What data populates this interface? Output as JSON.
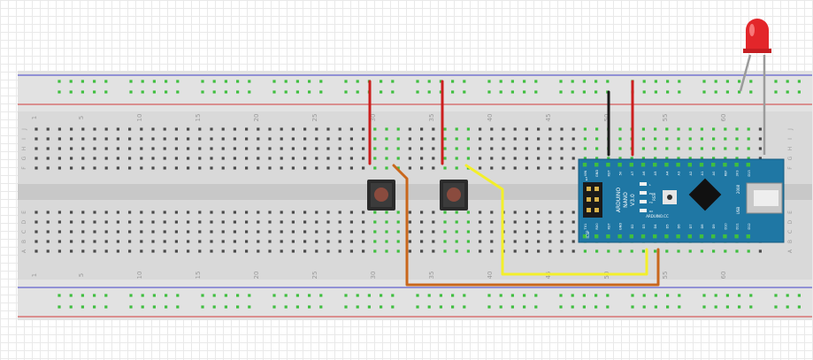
{
  "breadboard": {
    "column_numbers": [
      "1",
      "5",
      "10",
      "15",
      "20",
      "25",
      "30",
      "35",
      "40",
      "45",
      "50",
      "55",
      "60"
    ],
    "row_letters_top": [
      "J",
      "I",
      "H",
      "G",
      "F"
    ],
    "row_letters_bottom": [
      "E",
      "D",
      "C",
      "B",
      "A"
    ]
  },
  "arduino": {
    "name": "ARDUINO",
    "model": "NANO",
    "version": "V3.0",
    "maker": "ARDUINO.CC",
    "usb_label": "USB",
    "rst_label": "RST",
    "icsp_label": "ICSP",
    "icsp_pin": "1",
    "year": "2008",
    "top_pins": [
      "VIN",
      "GND",
      "RST",
      "5V",
      "A7",
      "A6",
      "A5",
      "A4",
      "A3",
      "A2",
      "A1",
      "A0",
      "REF",
      "3V3",
      "D13"
    ],
    "bottom_pins": [
      "TX1",
      "RX0",
      "RST",
      "GND",
      "D2",
      "D3",
      "D4",
      "D5",
      "D6",
      "D7",
      "D8",
      "D9",
      "D10",
      "D11",
      "D12"
    ],
    "led_labels": [
      "L",
      "PWR",
      "TX",
      "RX"
    ]
  },
  "colors": {
    "board": "#1f77a4",
    "wire_red": "#cc1e1e",
    "wire_black": "#1a1a1a",
    "wire_orange": "#c9671c",
    "wire_yellow": "#f3ef2a",
    "led_red": "#e3262a",
    "hole_green": "#3fbf3f",
    "rail_blue": "#4040c8",
    "rail_red": "#d23c3c"
  }
}
